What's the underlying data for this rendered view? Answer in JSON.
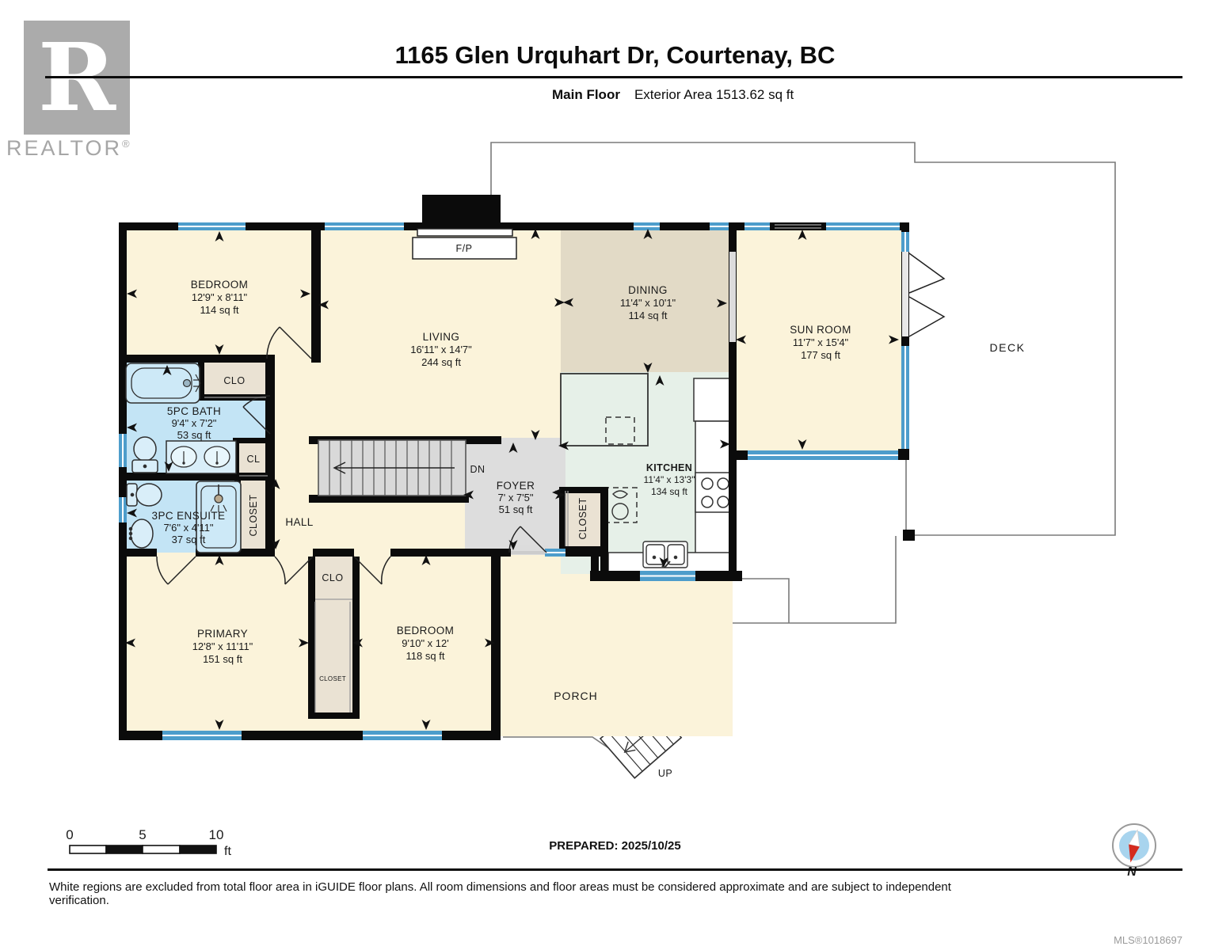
{
  "header": {
    "title": "1165 Glen Urquhart Dr, Courtenay, BC",
    "floor": "Main Floor",
    "area": "Exterior Area 1513.62 sq ft",
    "logo_r": "R",
    "logo_word": "REALTOR",
    "logo_reg": "®"
  },
  "rooms": {
    "bedroom1": {
      "name": "BEDROOM",
      "dims": "12'9\" x 8'11\"",
      "area": "114 sq ft"
    },
    "living": {
      "name": "LIVING",
      "dims": "16'11\" x 14'7\"",
      "area": "244 sq ft"
    },
    "dining": {
      "name": "DINING",
      "dims": "11'4\" x 10'1\"",
      "area": "114 sq ft"
    },
    "sunroom": {
      "name": "SUN ROOM",
      "dims": "11'7\" x 15'4\"",
      "area": "177 sq ft"
    },
    "bath": {
      "name": "5PC BATH",
      "dims": "9'4\" x 7'2\"",
      "area": "53 sq ft"
    },
    "ensuite": {
      "name": "3PC ENSUITE",
      "dims": "7'6\" x 4'11\"",
      "area": "37 sq ft"
    },
    "kitchen": {
      "name": "KITCHEN",
      "dims": "11'4\" x 13'3\"",
      "area": "134 sq ft"
    },
    "foyer": {
      "name": "FOYER",
      "dims": "7' x 7'5\"",
      "area": "51 sq ft"
    },
    "primary": {
      "name": "PRIMARY",
      "dims": "12'8\" x 11'11\"",
      "area": "151 sq ft"
    },
    "bedroom2": {
      "name": "BEDROOM",
      "dims": "9'10\" x 12'",
      "area": "118 sq ft"
    }
  },
  "labels": {
    "hall": "HALL",
    "deck": "DECK",
    "porch": "PORCH",
    "fp": "F/P",
    "dn": "DN",
    "up": "UP",
    "clo_bath": "CLO",
    "clo_bedroom": "CLO",
    "cl": "CL",
    "closet_ensuite": "CLOSET",
    "closet_kitchen": "CLOSET",
    "closet_bedrooms": "CLOSET"
  },
  "scale_bar": {
    "t0": "0",
    "t5": "5",
    "t10": "10",
    "unit": "ft"
  },
  "footer": {
    "prepared": "PREPARED: 2025/10/25",
    "compass_n": "N",
    "disclaimer": "White regions are excluded from total floor area in iGUIDE floor plans. All room dimensions and floor areas must be considered approximate and are subject to independent verification.",
    "mls": "MLS®1018697"
  },
  "colors": {
    "room_cream": "#FBF3DA",
    "dining_tan": "#E2DAC6",
    "kitchen_mint": "#E6F0E8",
    "bath_blue": "#C3E4F5",
    "closet_beige": "#EAE2D3",
    "foyer_gray": "#DDDDDD",
    "wall_black": "#0B0B0B",
    "window_blue": "#4D9DCB",
    "outline_gray": "#7A7A7A",
    "compass_blue": "#A8D4EE",
    "compass_red": "#D42B1E"
  }
}
